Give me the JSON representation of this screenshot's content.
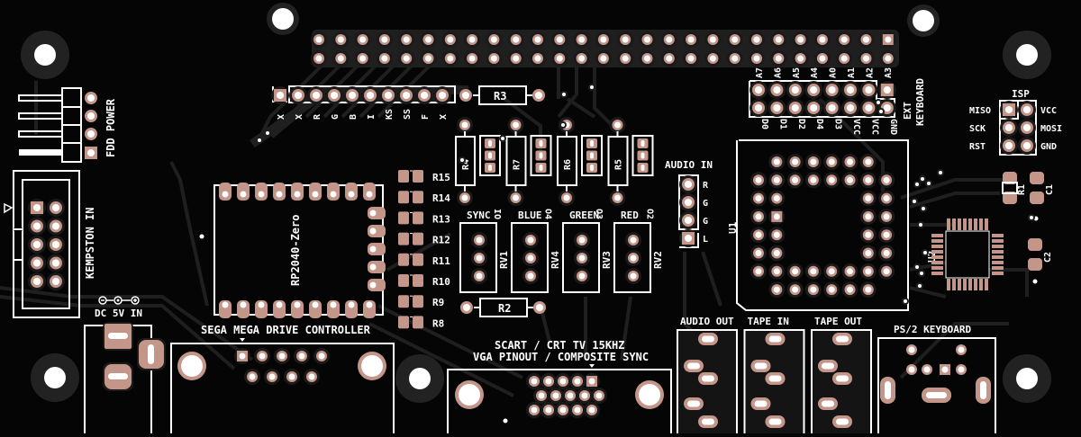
{
  "board": {
    "colors": {
      "background": "#050505",
      "copper_pad": "#c4968a",
      "drill": "#ffffff",
      "silkscreen": "#ffffff",
      "trace": "#1f1f1f",
      "mount_ring": "#222222"
    }
  },
  "fdd_power": {
    "label": "FDD POWER"
  },
  "kempston": {
    "label": "KEMPSTON IN"
  },
  "dc_in": {
    "label": "DC 5V IN",
    "polarity": "⊖-⊙-⊕"
  },
  "top_header": {
    "pin_labels": [
      "X",
      "X",
      "R",
      "G",
      "B",
      "I",
      "KS",
      "SS",
      "F",
      "X"
    ]
  },
  "resistors": {
    "r3": "R3",
    "r2": "R2",
    "r4": "R4",
    "r7": "R7",
    "r6": "R6",
    "r5": "R5"
  },
  "sockets": {
    "labels": [
      "IO",
      "O4",
      "O3",
      "O2"
    ]
  },
  "trimmers": [
    {
      "ref": "RV1",
      "label": "SYNC"
    },
    {
      "ref": "RV4",
      "label": "BLUE"
    },
    {
      "ref": "RV3",
      "label": "GREEN"
    },
    {
      "ref": "RV2",
      "label": "RED"
    }
  ],
  "smd_resistors": [
    "R15",
    "R14",
    "R13",
    "R12",
    "R11",
    "R10",
    "R9",
    "R8"
  ],
  "rp2040": {
    "label": "RP2040-Zero"
  },
  "sega": {
    "label": "SEGA MEGA DRIVE CONTROLLER"
  },
  "scart": {
    "line1": "SCART / CRT TV 15KHZ",
    "line2": "VGA PINOUT / COMPOSITE SYNC"
  },
  "audio_in": {
    "label": "AUDIO IN",
    "pins": [
      "R",
      "G",
      "G",
      "L"
    ]
  },
  "ext_keyboard": {
    "label_line1": "EXT",
    "label_line2": "KEYBOARD",
    "top_labels": [
      "A7",
      "A6",
      "A5",
      "A4",
      "A0",
      "A1",
      "A2",
      "A3"
    ],
    "bottom_labels": [
      "D0",
      "D1",
      "D2",
      "D4",
      "D3",
      "VCC",
      "VCC",
      "GND"
    ]
  },
  "isp": {
    "title": "ISP",
    "left": [
      "MISO",
      "SCK",
      "RST"
    ],
    "right": [
      "VCC",
      "MOSI",
      "GND"
    ]
  },
  "chips": {
    "u1": "U1",
    "u2": "U2"
  },
  "caps": {
    "r1": "R1",
    "c1": "C1",
    "c2": "C2"
  },
  "jacks": [
    "AUDIO OUT",
    "TAPE IN",
    "TAPE OUT"
  ],
  "ps2": {
    "label": "PS/2 KEYBOARD"
  }
}
